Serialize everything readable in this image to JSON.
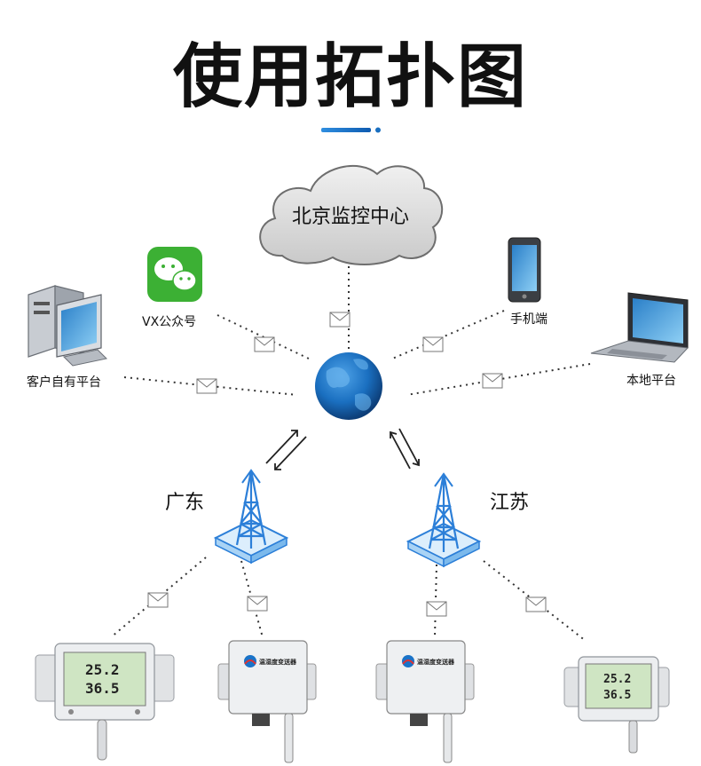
{
  "title": "使用拓扑图",
  "cloud": {
    "label": "北京监控中心"
  },
  "clients": {
    "wechat": "VX公众号",
    "customer": "客户自有平台",
    "mobile": "手机端",
    "local": "本地平台"
  },
  "regions": {
    "left": "广东",
    "right": "江苏"
  },
  "sensors": {
    "display_temp": "25.2",
    "display_hum": "36.5",
    "box_brand": "温湿度变送器"
  },
  "colors": {
    "accent": "#1a73c8",
    "globe": "#1565b0",
    "tower": "#2c7fd8"
  }
}
